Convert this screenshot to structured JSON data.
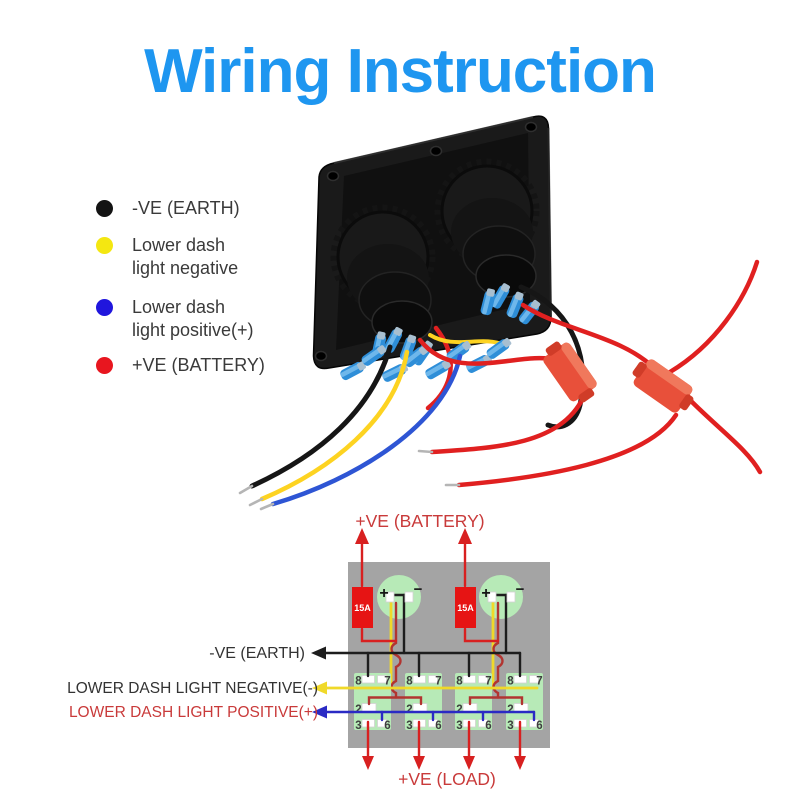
{
  "title": {
    "text": "Wiring Instruction",
    "color": "#1e96f0"
  },
  "legend": {
    "items": [
      {
        "dot_color": "#131313",
        "line1": "-VE (EARTH)",
        "line2": ""
      },
      {
        "dot_color": "#f4e711",
        "line1": "Lower dash",
        "line2": "light negative"
      },
      {
        "dot_color": "#2016dd",
        "line1": "Lower dash",
        "line2": "light positive(+)"
      },
      {
        "dot_color": "#e8161f",
        "line1": "+VE (BATTERY)",
        "line2": ""
      }
    ]
  },
  "photo": {
    "colors": {
      "panel_black": "#1a1a1a",
      "connector_blue": "#2e8ed8",
      "fuse_holder_red": "#e8503a",
      "wire_red": "#e02020",
      "wire_black": "#161616",
      "wire_yellow": "#fdd321",
      "wire_blue": "#2e55d4"
    }
  },
  "diagram": {
    "battery_label": "+VE (BATTERY)",
    "load_label": "+VE (LOAD)",
    "earth_label": "-VE (EARTH)",
    "dash_negative_label": "LOWER DASH LIGHT NEGATIVE(-)",
    "dash_positive_label": "LOWER DASH LIGHT POSITIVE(+)",
    "fuse_rating": "15A",
    "socket_plus": "+",
    "socket_minus": "−",
    "terminals": {
      "t8": "8",
      "t7": "7",
      "t2": "2",
      "t3": "3",
      "t6": "6"
    },
    "colors": {
      "battery_wire_red": "#d82020",
      "jumper_red": "#b23430",
      "earth_black": "#1d1d1d",
      "dash_negative_yellow": "#f0d929",
      "dash_positive_blue": "#2a2ac4",
      "panel_gray": "#a4a4a4",
      "component_green": "#b7eab7",
      "fuse_red": "#e61414",
      "label_red": "#c93a3a",
      "label_dark": "#333333"
    }
  }
}
